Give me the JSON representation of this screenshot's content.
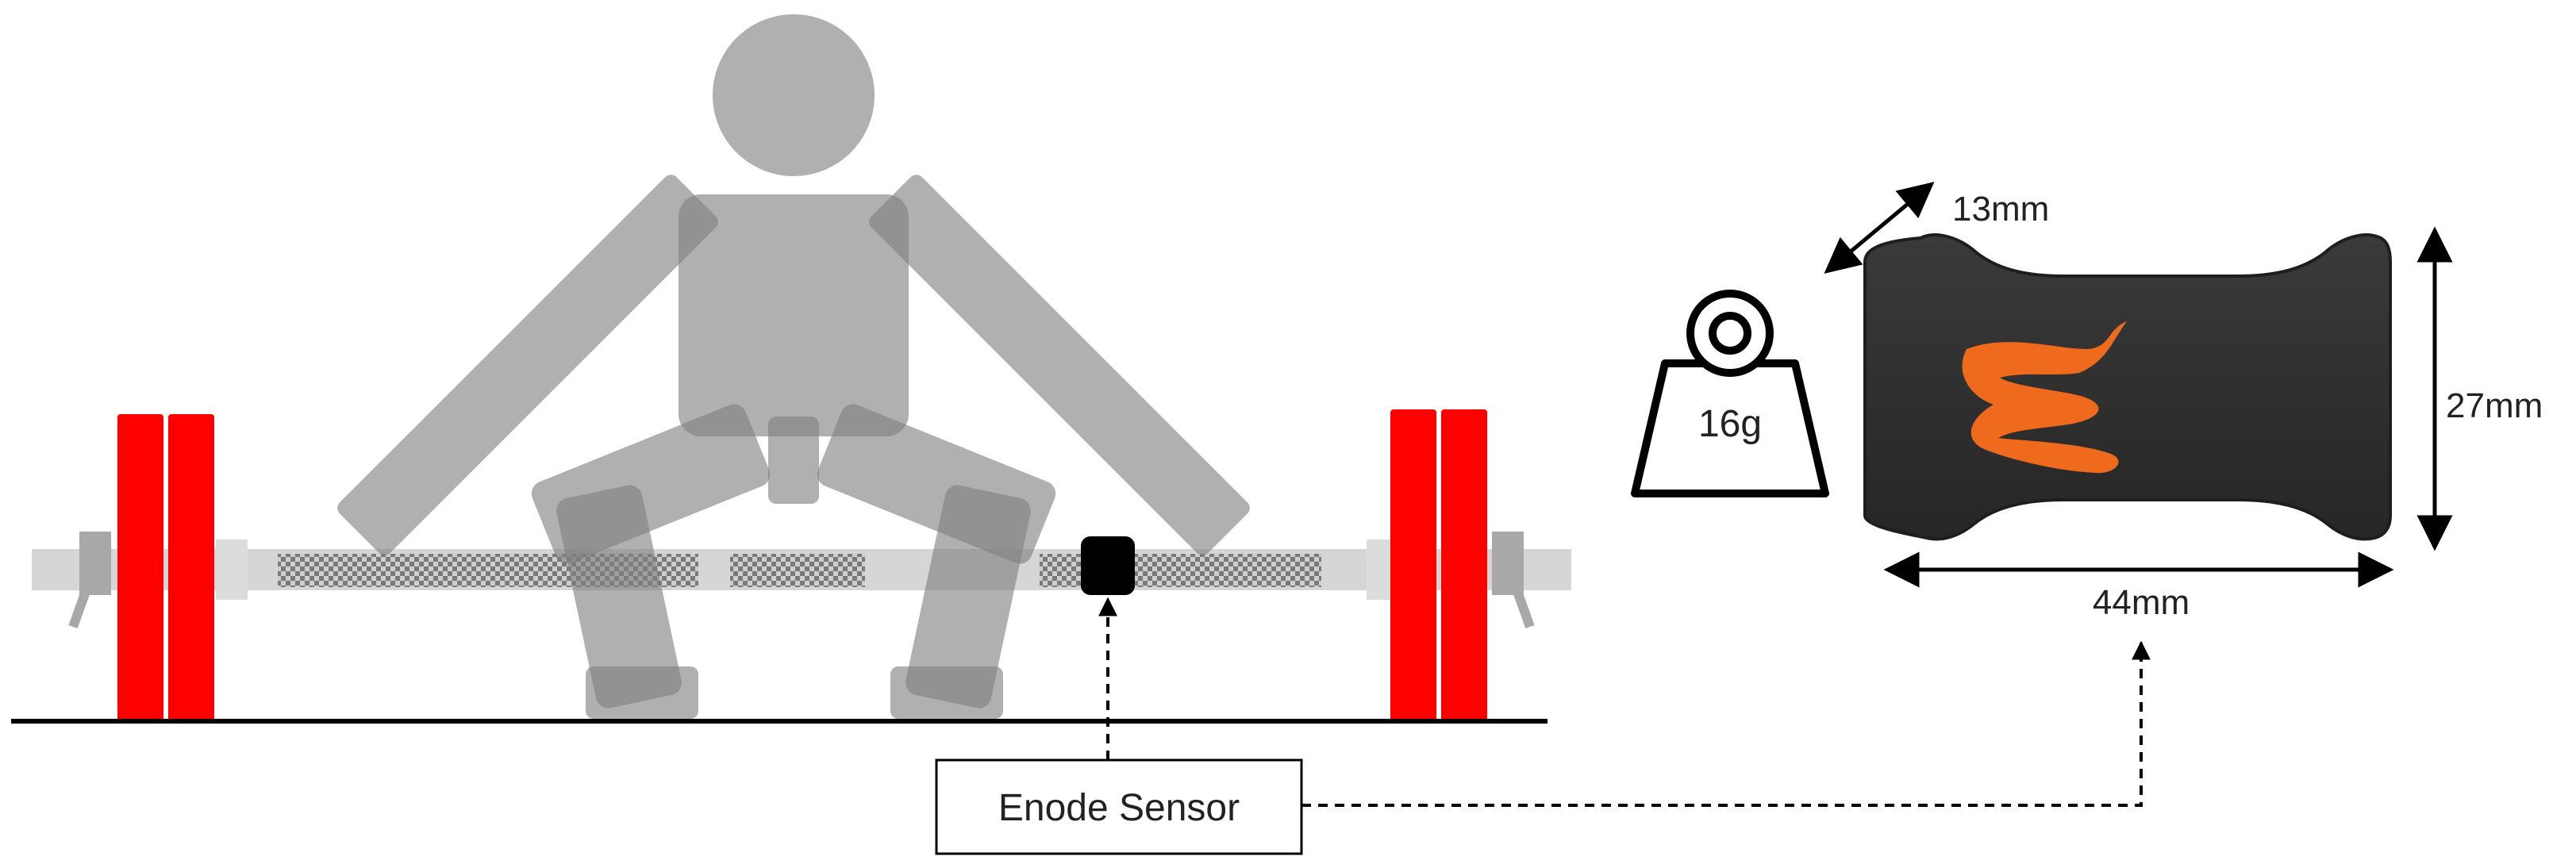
{
  "sensor_label": "Enode Sensor",
  "dimensions": {
    "depth": "13mm",
    "height": "27mm",
    "width": "44mm"
  },
  "weight": "16g",
  "colors": {
    "figure": "#8c8c8c",
    "plate": "#ff0000",
    "bar": "#d6d6d6",
    "sensor_body": "#2e2e2e",
    "logo": "#f06a1e"
  }
}
